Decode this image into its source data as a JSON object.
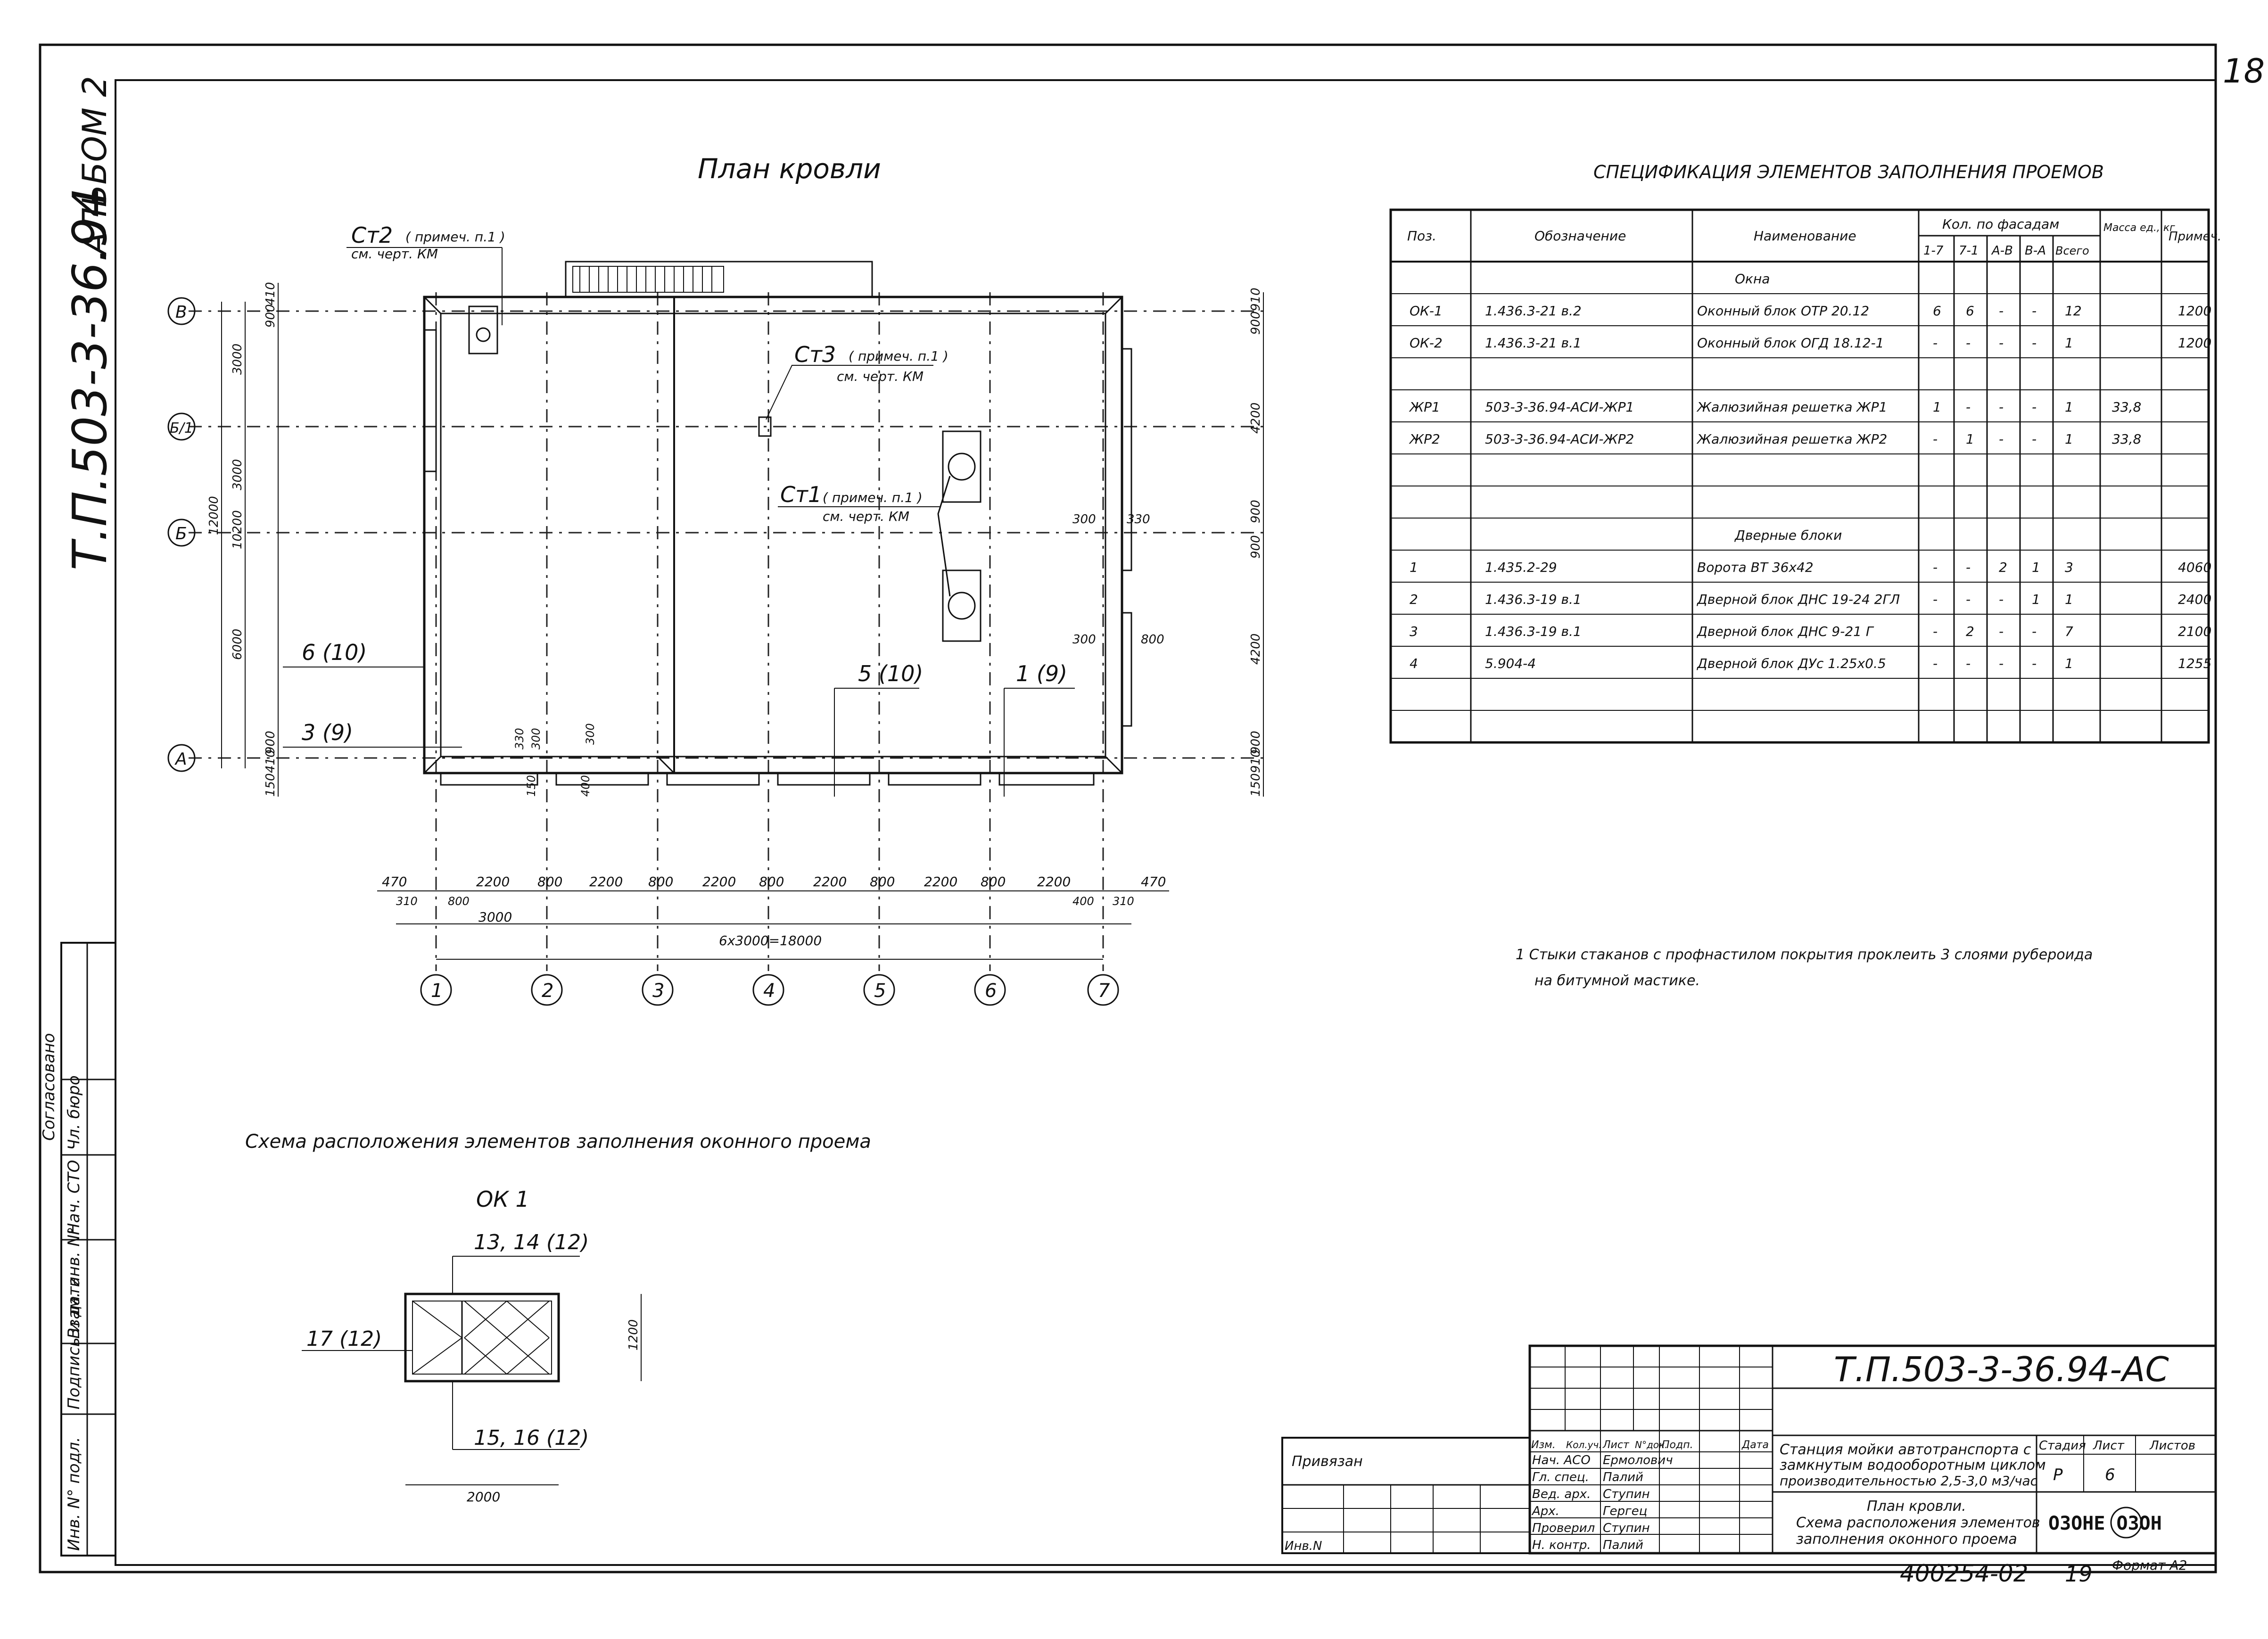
{
  "sheet_number": "18",
  "album_label": "АЛЬБОМ 2",
  "album_code": "Т.П.503-3-36.94",
  "roof_plan": {
    "title": "План кровли",
    "axes_letters": [
      "В",
      "Б/1",
      "Б",
      "А"
    ],
    "axes_numbers": [
      "1",
      "2",
      "3",
      "4",
      "5",
      "6",
      "7"
    ],
    "callouts": {
      "st2": "Ст2",
      "st2_note": "( примеч. п.1 )",
      "st2_ref": "см. черт. КМ",
      "st3": "Ст3",
      "st3_note": "( примеч. п.1 )",
      "st3_ref": "см. черт. КМ",
      "st1": "Ст1",
      "st1_note": "( примеч. п.1 )",
      "st1_ref": "см. черт. КМ",
      "m6": "6 (10)",
      "m3": "3 (9)",
      "m5": "5 (10)",
      "m1": "1 (9)"
    },
    "dims_left": [
      "150",
      "410",
      "900",
      "6000",
      "3000",
      "3000",
      "900",
      "410",
      "12000",
      "10200"
    ],
    "dims_right": [
      "910",
      "900",
      "4200",
      "900",
      "900",
      "4200",
      "900",
      "910",
      "150",
      "300",
      "330",
      "300",
      "800"
    ],
    "dims_bottom": [
      "470",
      "2200",
      "800",
      "2200",
      "800",
      "2200",
      "800",
      "2200",
      "800",
      "2200",
      "800",
      "2200",
      "470"
    ],
    "dims_bottom2": [
      "310",
      "800",
      "3000",
      "400",
      "310"
    ],
    "dims_inner": [
      "330",
      "300",
      "150",
      "300",
      "400"
    ],
    "total_dim": "6x3000=18000"
  },
  "window_scheme": {
    "title": "Схема расположения элементов  заполнения оконного проема",
    "mark": "ОК 1",
    "label_top": "13, 14 (12)",
    "label_left": "17 (12)",
    "label_bottom": "15, 16 (12)",
    "dim_width": "2000",
    "dim_height": "1200"
  },
  "spec": {
    "title": "СПЕЦИФИКАЦИЯ ЭЛЕМЕНТОВ ЗАПОЛНЕНИЯ ПРОЕМОВ",
    "headers": {
      "pos": "Поз.",
      "code": "Обозначение",
      "name": "Наименование",
      "qty": "Кол. по фасадам",
      "q1": "1-7",
      "q2": "7-1",
      "q3": "А-В",
      "q4": "В-А",
      "q5": "Всего",
      "mass": "Масса ед., кг",
      "note": "Примеч."
    },
    "rows": [
      {
        "pos": "",
        "code": "",
        "name": "Окна",
        "q1": "",
        "q2": "",
        "q3": "",
        "q4": "",
        "q5": "",
        "mass": "",
        "note": ""
      },
      {
        "pos": "ОК-1",
        "code": "1.436.3-21 в.2",
        "name": "Оконный блок ОТР 20.12",
        "q1": "6",
        "q2": "6",
        "q3": "-",
        "q4": "-",
        "q5": "12",
        "mass": "",
        "note": "1200"
      },
      {
        "pos": "ОК-2",
        "code": "1.436.3-21 в.1",
        "name": "Оконный блок ОГД 18.12-1",
        "q1": "-",
        "q2": "-",
        "q3": "-",
        "q4": "-",
        "q5": "1",
        "mass": "",
        "note": "1200"
      },
      {
        "pos": "",
        "code": "",
        "name": "",
        "q1": "",
        "q2": "",
        "q3": "",
        "q4": "",
        "q5": "",
        "mass": "",
        "note": ""
      },
      {
        "pos": "ЖР1",
        "code": "503-3-36.94-АСИ-ЖР1",
        "name": "Жалюзийная решетка ЖР1",
        "q1": "1",
        "q2": "-",
        "q3": "-",
        "q4": "-",
        "q5": "1",
        "mass": "33,8",
        "note": ""
      },
      {
        "pos": "ЖР2",
        "code": "503-3-36.94-АСИ-ЖР2",
        "name": "Жалюзийная решетка ЖР2",
        "q1": "-",
        "q2": "1",
        "q3": "-",
        "q4": "-",
        "q5": "1",
        "mass": "33,8",
        "note": ""
      },
      {
        "pos": "",
        "code": "",
        "name": "",
        "q1": "",
        "q2": "",
        "q3": "",
        "q4": "",
        "q5": "",
        "mass": "",
        "note": ""
      },
      {
        "pos": "",
        "code": "",
        "name": "",
        "q1": "",
        "q2": "",
        "q3": "",
        "q4": "",
        "q5": "",
        "mass": "",
        "note": ""
      },
      {
        "pos": "",
        "code": "",
        "name": "Дверные блоки",
        "q1": "",
        "q2": "",
        "q3": "",
        "q4": "",
        "q5": "",
        "mass": "",
        "note": ""
      },
      {
        "pos": "1",
        "code": "1.435.2-29",
        "name": "Ворота ВТ 36х42",
        "q1": "-",
        "q2": "-",
        "q3": "2",
        "q4": "1",
        "q5": "3",
        "mass": "",
        "note": "4060"
      },
      {
        "pos": "2",
        "code": "1.436.3-19 в.1",
        "name": "Дверной блок ДНС 19-24 2ГЛ",
        "q1": "-",
        "q2": "-",
        "q3": "-",
        "q4": "1",
        "q5": "1",
        "mass": "",
        "note": "2400"
      },
      {
        "pos": "3",
        "code": "1.436.3-19 в.1",
        "name": "Дверной блок ДНС 9-21 Г",
        "q1": "-",
        "q2": "2",
        "q3": "-",
        "q4": "-",
        "q5": "7",
        "mass": "",
        "note": "2100"
      },
      {
        "pos": "4",
        "code": "5.904-4",
        "name": "Дверной блок ДУс 1.25х0.5",
        "q1": "-",
        "q2": "-",
        "q3": "-",
        "q4": "-",
        "q5": "1",
        "mass": "",
        "note": "1255"
      },
      {
        "pos": "",
        "code": "",
        "name": "",
        "q1": "",
        "q2": "",
        "q3": "",
        "q4": "",
        "q5": "",
        "mass": "",
        "note": ""
      },
      {
        "pos": "",
        "code": "",
        "name": "",
        "q1": "",
        "q2": "",
        "q3": "",
        "q4": "",
        "q5": "",
        "mass": "",
        "note": ""
      }
    ]
  },
  "notes": {
    "n1a": "1  Стыки стаканов с профнастилом покрытия проклеить 3 слоями рубероида",
    "n1b": "на битумной мастике."
  },
  "left_strip": [
    "Инв. N° подл.",
    "Подпись и дата",
    "Взам. инв. N°",
    "Нач. СТО",
    "Чл. бюро",
    "Согласовано"
  ],
  "title_block": {
    "doc_code": "Т.П.503-3-36.94-АС",
    "bound": "Привязан",
    "inv": "Инв.N",
    "hdr": [
      "Изм.",
      "Кол.уч.",
      "Лист",
      "N°док.",
      "Подп.",
      "Дата"
    ],
    "people": [
      {
        "role": "Нач. АСО",
        "name": "Ермолович"
      },
      {
        "role": "Гл. спец.",
        "name": "Палий"
      },
      {
        "role": "Вед. арх.",
        "name": "Ступин"
      },
      {
        "role": "Арх.",
        "name": "Гергец"
      },
      {
        "role": "Проверил",
        "name": "Ступин"
      },
      {
        "role": "Н. контр.",
        "name": "Палий"
      }
    ],
    "project_a": "Станция мойки автотранспорта с",
    "project_b": "замкнутым водооборотным циклом",
    "project_c": "производительностью 2,5-3,0 м3/час",
    "stage_h": "Стадия",
    "sheet_h": "Лист",
    "sheets_h": "Листов",
    "stage": "Р",
    "sheet": "6",
    "sheet_title_a": "План кровли.",
    "sheet_title_b": "Схема расположения элементов",
    "sheet_title_c": "заполнения оконного проема",
    "org": "ОЗОНЕ ОЗОН",
    "handwritten": "400254-02",
    "page_no": "19",
    "format": "Формат А2"
  }
}
